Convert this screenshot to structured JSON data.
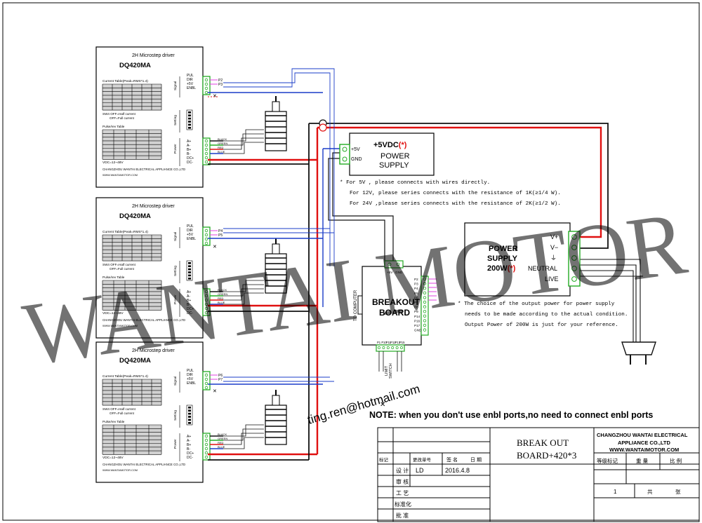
{
  "drivers": [
    {
      "subtitle": "2H Microstep driver",
      "model": "DQ420MA",
      "current_table_title": "Current Table(Peak=RMS*1.4)",
      "sw_note_1": "SW4 OFF=Half current",
      "sw_note_2": "OFF=Full current",
      "pulse_table_title": "Pulse/rev Table",
      "vdc": "VDC=12~48V",
      "maker": "CHANGZHOU WANTAI ELECTRICAL APPLIANCE CO.,LTD",
      "web": "WWW.WANTAIMOTOR.COM",
      "group_signal": "Signal",
      "group_setting": "Setting",
      "group_power": "Power",
      "sig_pins": [
        "PUL",
        "DIR",
        "+5V",
        "ENBL"
      ],
      "pwr_pins": [
        "A+",
        "A-",
        "B+",
        "B-",
        "DC+",
        "DC-"
      ],
      "sig_labels": [
        "P2",
        "P3"
      ],
      "wire_colors": [
        "BLACK",
        "GREEN",
        "RED",
        "BLUE"
      ]
    },
    {
      "subtitle": "2H Microstep driver",
      "model": "DQ420MA",
      "current_table_title": "Current Table(Peak=RMS*1.4)",
      "sw_note_1": "SW4 OFF=Half current",
      "sw_note_2": "OFF=Full current",
      "pulse_table_title": "Pulse/rev Table",
      "vdc": "VDC=12~48V",
      "maker": "CHANGZHOU WANTAI ELECTRICAL APPLIANCE CO.,LTD",
      "web": "WWW.WANTAIMOTOR.COM",
      "group_signal": "Signal",
      "group_setting": "Setting",
      "group_power": "Power",
      "sig_pins": [
        "PUL",
        "DIR",
        "+5V",
        "ENBL"
      ],
      "pwr_pins": [
        "A+",
        "A-",
        "B+",
        "B-",
        "DC+",
        "DC-"
      ],
      "sig_labels": [
        "P4",
        "P5"
      ],
      "wire_colors": [
        "BLACK",
        "GREEN",
        "RED",
        "BLUE"
      ]
    },
    {
      "subtitle": "2H Microstep driver",
      "model": "DQ420MA",
      "current_table_title": "Current Table(Peak=RMS*1.4)",
      "sw_note_1": "SW4 OFF=Half current",
      "sw_note_2": "OFF=Full current",
      "pulse_table_title": "Pulse/rev Table",
      "vdc": "VDC=12~48V",
      "maker": "CHANGZHOU WANTAI ELECTRICAL APPLIANCE CO.,LTD",
      "web": "WWW.WANTAIMOTOR.COM",
      "group_signal": "Signal",
      "group_setting": "Setting",
      "group_power": "Power",
      "sig_pins": [
        "PUL",
        "DIR",
        "+5V",
        "ENBL"
      ],
      "pwr_pins": [
        "A+",
        "A-",
        "B+",
        "B-",
        "DC+",
        "DC-"
      ],
      "sig_labels": [
        "P6",
        "P7"
      ],
      "wire_colors": [
        "BLACK",
        "GREEN",
        "RED",
        "BLUE"
      ]
    }
  ],
  "psu5v": {
    "title_main": "+5VDC",
    "title_mark": "(*)",
    "line2": "POWER",
    "line3": "SUPPLY",
    "pin_pos": "+5V",
    "pin_gnd": "GND"
  },
  "notes5v": [
    "* For 5V , please connects with wires directly.",
    "For 12V, please series connects with the resistance of 1K(≥1/4 W).",
    "For 24V ,please series connects with the resistance of 2K(≥1/2 W)."
  ],
  "psu200": {
    "line1": "POWER",
    "line2": "SUPPLY",
    "line3_main": "200W",
    "line3_mark": "(*)",
    "pins": [
      "V+",
      "V−",
      "⏚",
      "NEUTRAL",
      "LIVE"
    ]
  },
  "notes200": [
    "* The choice of  the output power for power supply",
    "needs to be made according to the actual condition.",
    "Output Power of 200W is just for your reference."
  ],
  "breakout": {
    "title1": "BREAKOUT",
    "title2": "BOARD",
    "to_computer": "TO COMPUTER",
    "right_pins": [
      "P2",
      "P3",
      "P4",
      "P5",
      "P6",
      "P7",
      "P8",
      "P9",
      "P14",
      "P16",
      "P17",
      "GND"
    ],
    "top_pins": [
      "+5V",
      "GND"
    ],
    "bottom_pins": [
      "P1",
      "P10",
      "P11",
      "P12",
      "P13",
      "P15"
    ],
    "bottom_labels": [
      "LIMIT",
      "SWITCH"
    ]
  },
  "watermark": "WANTAI MOTOR",
  "email": "ting.ren@hotmail.com",
  "note": "NOTE: when you don't use enbl ports,no need to connect enbl ports",
  "title_block": {
    "company1": "CHANGZHOU WANTAI ELECTRICAL",
    "company2": "APPLIANCE CO.,LTD",
    "website": "WWW.WANTAIMOTOR.COM",
    "drawing_title1": "BREAK OUT",
    "drawing_title2": "BOARD+420*3",
    "col_headers": [
      "标记",
      "更改单号",
      "签  名",
      "日 期"
    ],
    "design_label": "设  计",
    "designer": "LD",
    "date": "2016.4.8",
    "review_label": "审  核",
    "process_label": "工  艺",
    "standard_label": "标准化",
    "approve_label": "批  准",
    "grade_label": "等级标记",
    "weight_label": "重  量",
    "ratio_label": "比  例",
    "sheets_count": "1",
    "total_label": "共",
    "sheet_label": "张"
  },
  "colors": {
    "red_wire": "#e01010",
    "blue_wire": "#1a3cc8",
    "black_wire": "#111111",
    "connector": "#22aa22",
    "pink": "#e040e0",
    "mark": "#e01010",
    "watermark": "#5a5a5a",
    "email": "#6b8fd0"
  }
}
